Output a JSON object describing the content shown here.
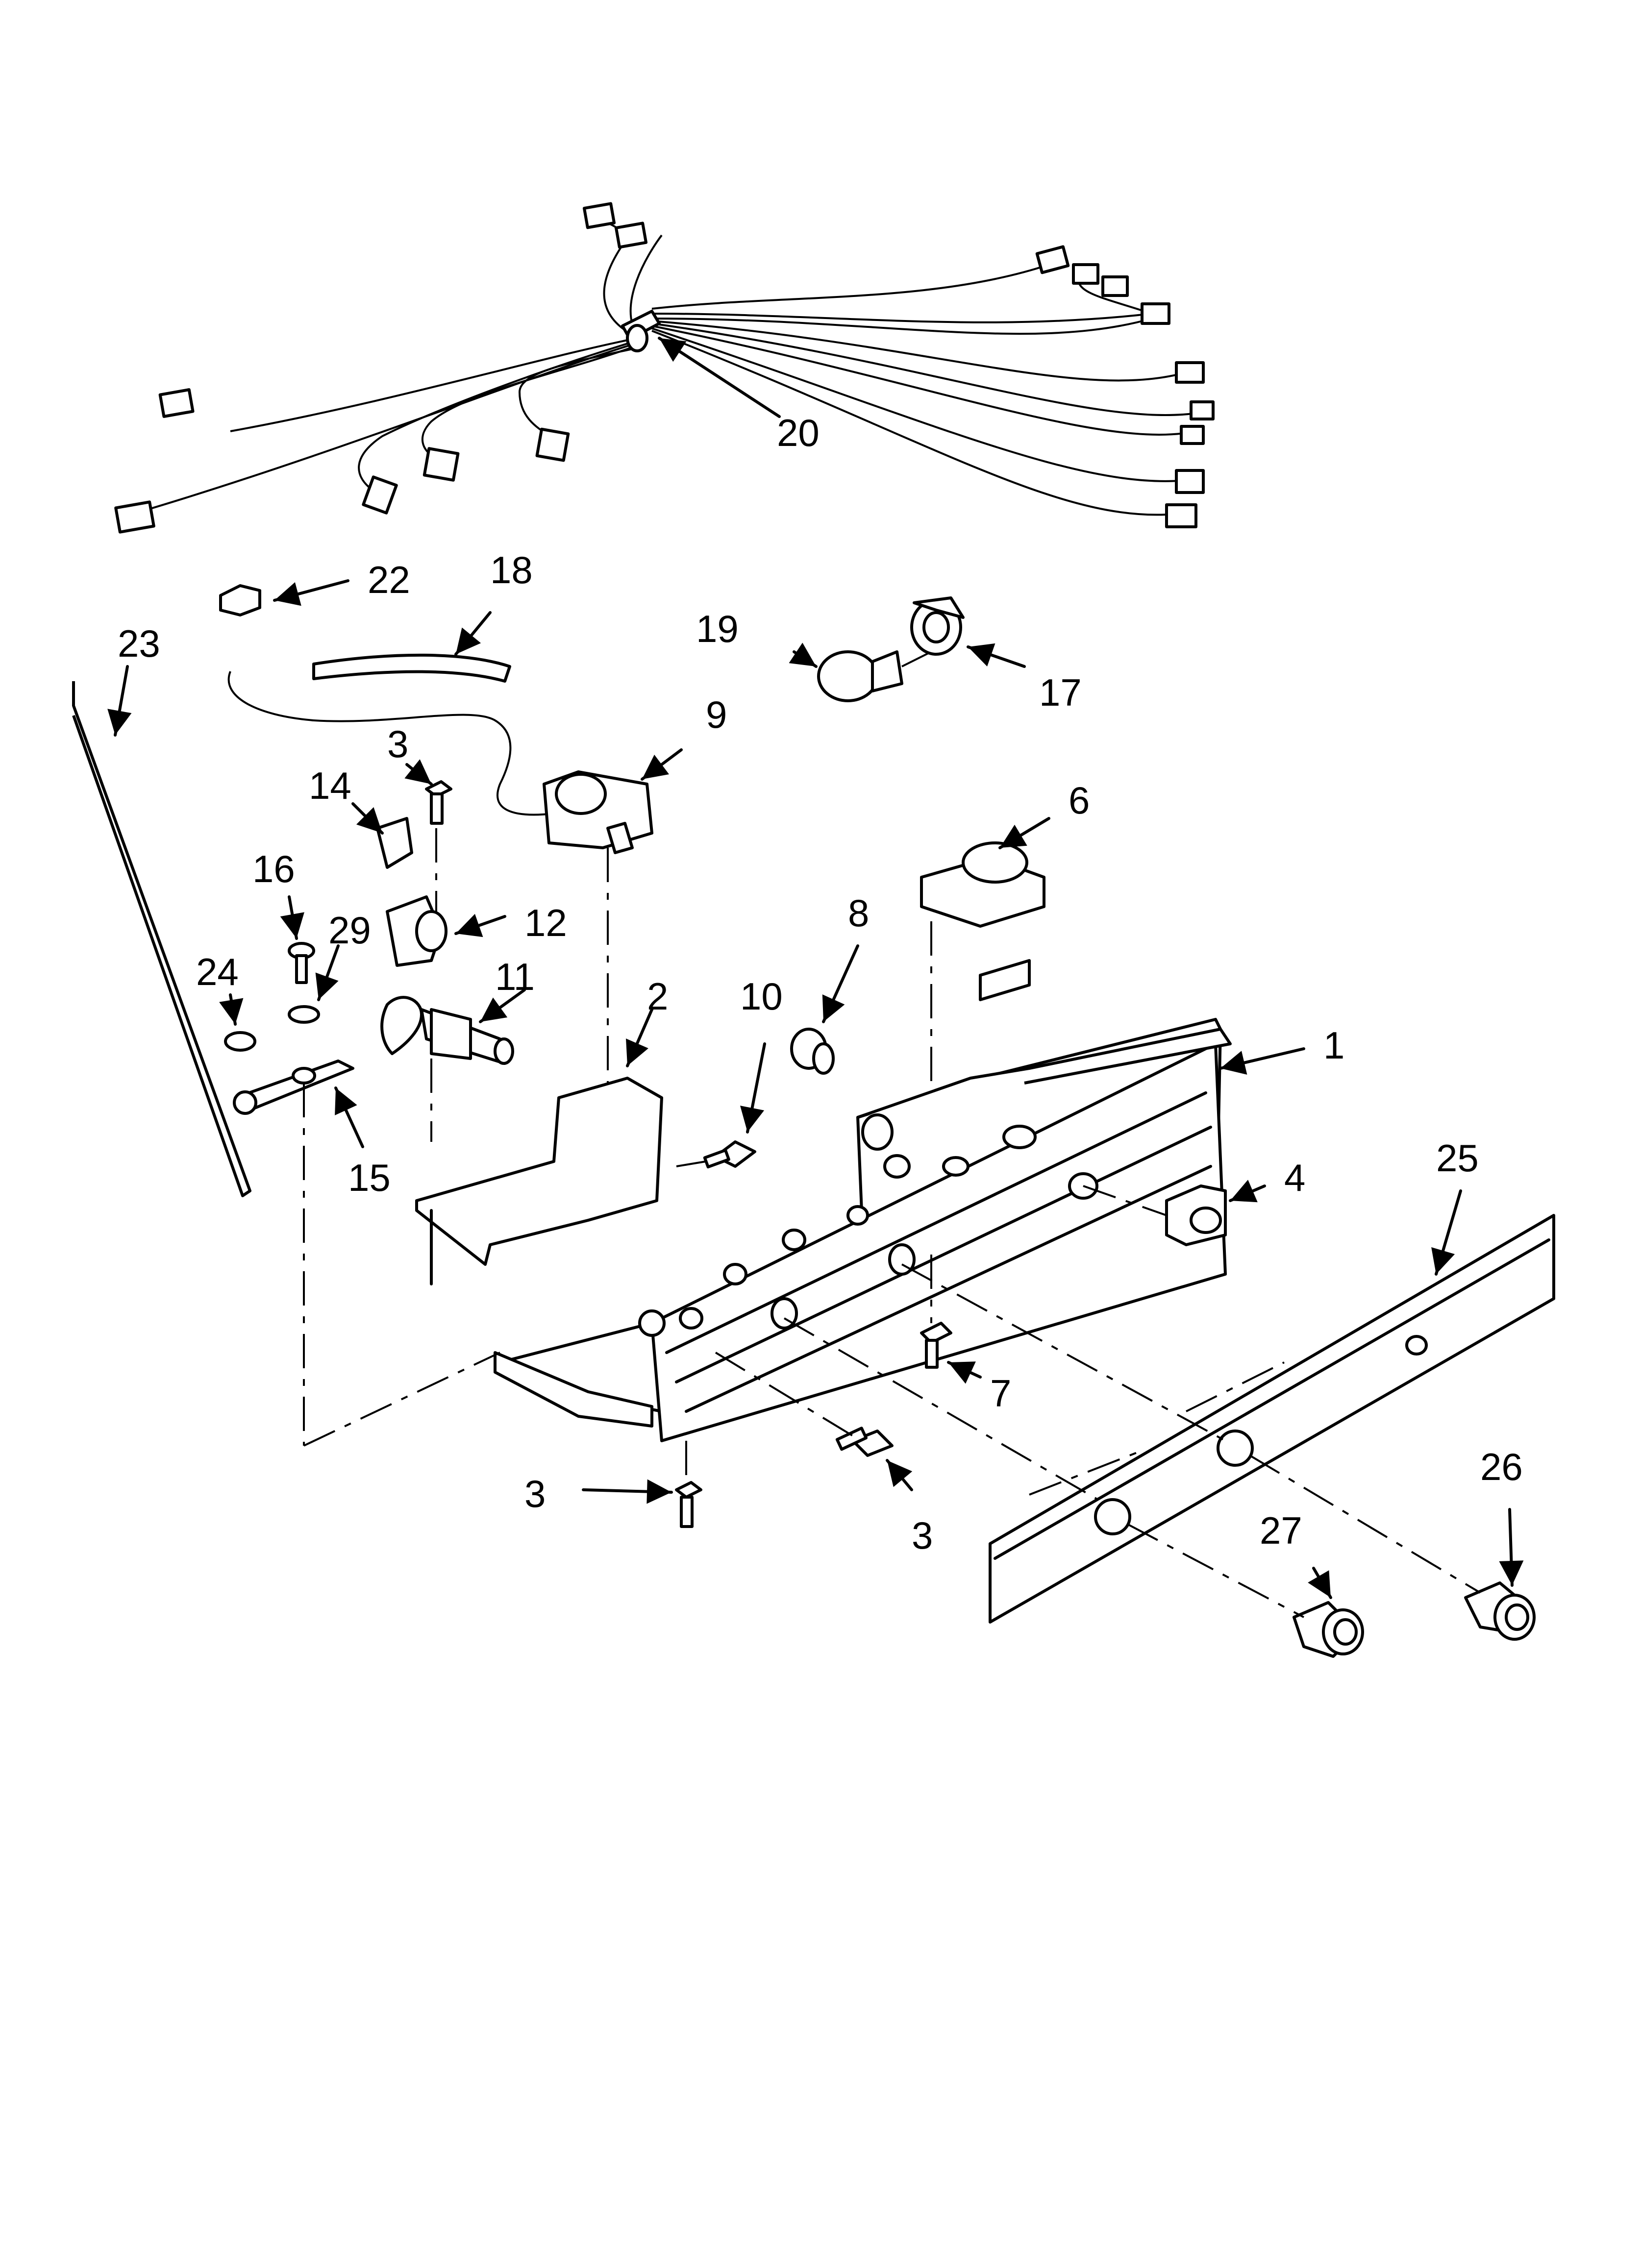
{
  "callouts": [
    {
      "id": "20",
      "label": "20"
    },
    {
      "id": "22",
      "label": "22"
    },
    {
      "id": "18",
      "label": "18"
    },
    {
      "id": "23",
      "label": "23"
    },
    {
      "id": "19",
      "label": "19"
    },
    {
      "id": "17",
      "label": "17"
    },
    {
      "id": "9",
      "label": "9"
    },
    {
      "id": "3a",
      "label": "3"
    },
    {
      "id": "14",
      "label": "14"
    },
    {
      "id": "6",
      "label": "6"
    },
    {
      "id": "16",
      "label": "16"
    },
    {
      "id": "12",
      "label": "12"
    },
    {
      "id": "8",
      "label": "8"
    },
    {
      "id": "29",
      "label": "29"
    },
    {
      "id": "24",
      "label": "24"
    },
    {
      "id": "11",
      "label": "11"
    },
    {
      "id": "2",
      "label": "2"
    },
    {
      "id": "10",
      "label": "10"
    },
    {
      "id": "1",
      "label": "1"
    },
    {
      "id": "15",
      "label": "15"
    },
    {
      "id": "4",
      "label": "4"
    },
    {
      "id": "25",
      "label": "25"
    },
    {
      "id": "7",
      "label": "7"
    },
    {
      "id": "26",
      "label": "26"
    },
    {
      "id": "3b",
      "label": "3"
    },
    {
      "id": "3c",
      "label": "3"
    },
    {
      "id": "27",
      "label": "27"
    }
  ]
}
